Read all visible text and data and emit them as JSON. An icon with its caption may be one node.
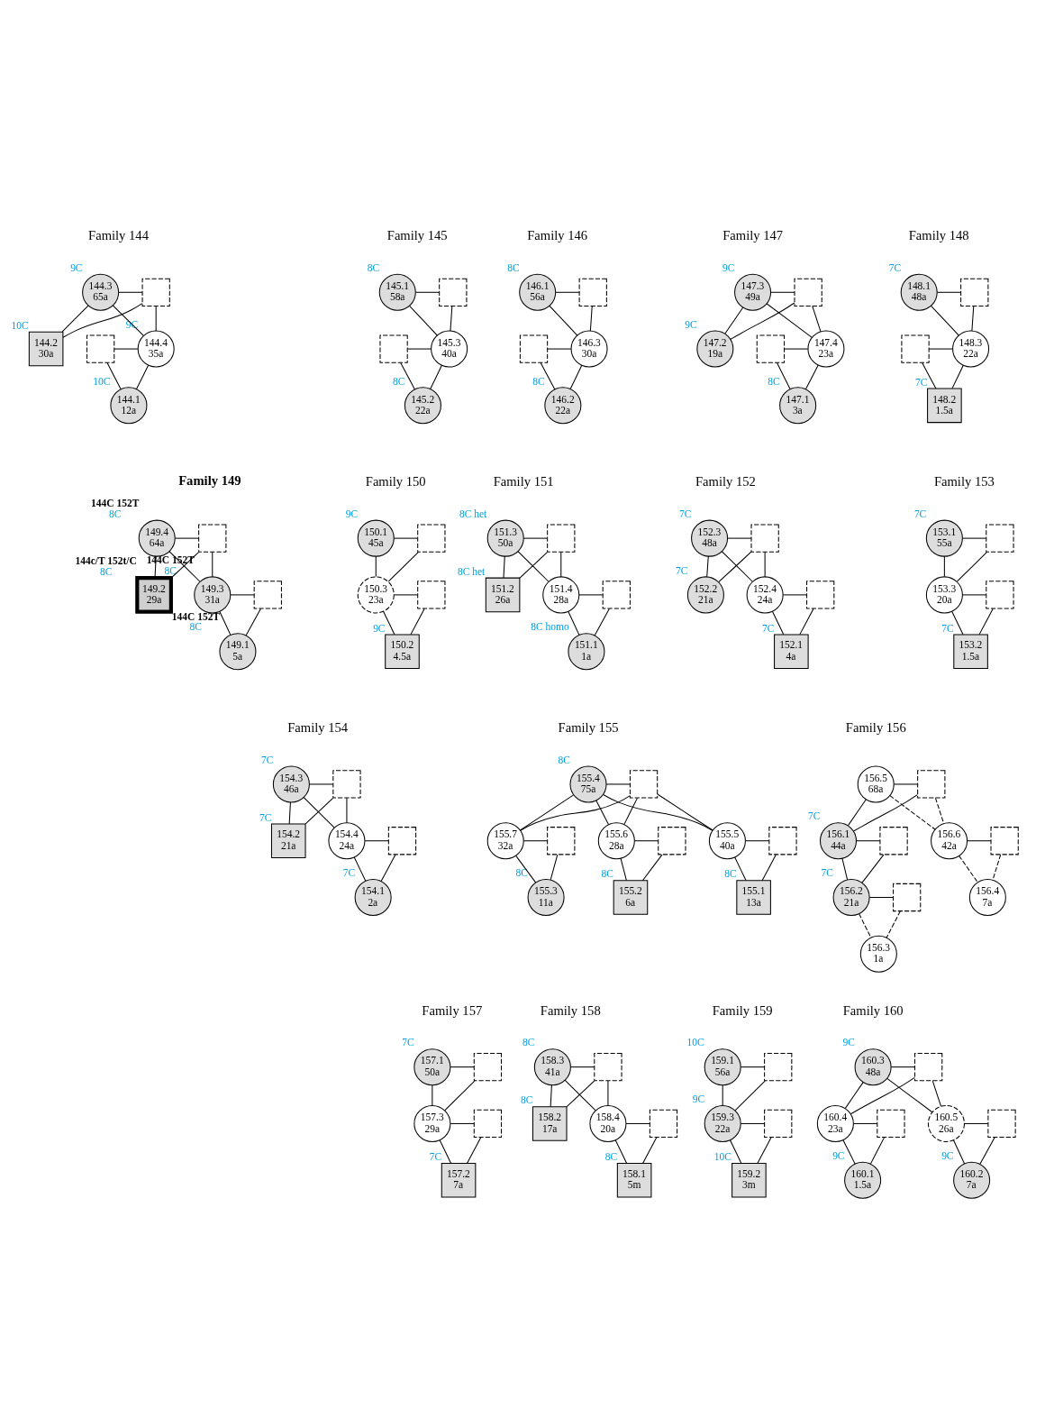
{
  "diagram": {
    "nodes": [
      {
        "text": [
          "144.3",
          "65a"
        ],
        "beside": [
          "9C"
        ]
      },
      {
        "text": [],
        "shape": "box"
      },
      {
        "text": [
          "144.2",
          "30a"
        ],
        "beside": [
          "10C"
        ]
      },
      {
        "text": [
          "144.4",
          "35a"
        ],
        "beside": [
          "9C"
        ]
      },
      {
        "text": [],
        "shape": "box"
      },
      {
        "text": [
          "144.1",
          "12a"
        ],
        "beside": [
          "10C"
        ]
      },
      {
        "text": [
          "145.1",
          "58a"
        ],
        "beside": [
          "8C"
        ]
      },
      {
        "text": [],
        "shape": "box"
      },
      {
        "text": [
          "145.3",
          "40a"
        ]
      },
      {
        "text": [],
        "shape": "box"
      },
      {
        "text": [
          "145.2",
          "22a"
        ],
        "beside": [
          "8C"
        ]
      },
      {
        "text": [
          "146.1",
          "56a"
        ],
        "beside": [
          "8C"
        ]
      },
      {
        "text": [],
        "shape": "box"
      },
      {
        "text": [
          "146.3",
          "30a"
        ]
      },
      {
        "text": [],
        "shape": "box"
      },
      {
        "text": [
          "146.2",
          "22a"
        ],
        "beside": [
          "8C"
        ]
      },
      {
        "text": [
          "147.3",
          "49a"
        ],
        "beside": [
          "9C"
        ]
      },
      {
        "text": [],
        "shape": "box"
      },
      {
        "text": [
          "147.2",
          "19a"
        ],
        "beside": [
          "9C"
        ]
      },
      {
        "text": [
          "147.4",
          "23a"
        ]
      },
      {
        "text": [],
        "shape": "box"
      },
      {
        "text": [
          "147.1",
          "3a"
        ],
        "beside": [
          "8C"
        ]
      },
      {
        "text": [
          "148.1",
          "48a"
        ],
        "beside": [
          "7C"
        ]
      },
      {
        "text": [],
        "shape": "box"
      },
      {
        "text": [
          "148.3",
          "22a"
        ]
      },
      {
        "text": [],
        "shape": "box"
      },
      {
        "text": [
          "148.2",
          "1.5a"
        ],
        "beside": [
          "7C"
        ]
      },
      {
        "text": [
          "149.4",
          "64a"
        ],
        "beside": [
          "144C 152T",
          "8C"
        ]
      },
      {
        "text": [],
        "shape": "box"
      },
      {
        "text": [
          "149.2",
          "29a"
        ],
        "beside": [
          "144c/T 152t/C",
          "8C"
        ]
      },
      {
        "text": [
          "149.3",
          "31a"
        ],
        "beside": [
          "144C 152T",
          "8C"
        ]
      },
      {
        "text": [],
        "shape": "box"
      },
      {
        "text": [
          "149.1",
          "5a"
        ],
        "beside": [
          "144C 152T",
          "8C"
        ]
      },
      {
        "text": [
          "150.1",
          "45a"
        ],
        "beside": [
          "9C"
        ]
      },
      {
        "text": [],
        "shape": "box"
      },
      {
        "text": [
          "150.3",
          "23a"
        ]
      },
      {
        "text": [],
        "shape": "box"
      },
      {
        "text": [
          "150.2",
          "4.5a"
        ],
        "beside": [
          "9C"
        ]
      },
      {
        "text": [
          "151.3",
          "50a"
        ],
        "beside": [
          "8C het"
        ]
      },
      {
        "text": [],
        "shape": "box"
      },
      {
        "text": [
          "151.2",
          "26a"
        ],
        "beside": [
          "8C het"
        ]
      },
      {
        "text": [
          "151.4",
          "28a"
        ]
      },
      {
        "text": [],
        "shape": "box"
      },
      {
        "text": [
          "151.1",
          "1a"
        ],
        "beside": [
          "8C homo"
        ]
      },
      {
        "text": [
          "152.3",
          "48a"
        ],
        "beside": [
          "7C"
        ]
      },
      {
        "text": [],
        "shape": "box"
      },
      {
        "text": [
          "152.2",
          "21a"
        ],
        "beside": [
          "7C"
        ]
      },
      {
        "text": [
          "152.4",
          "24a"
        ]
      },
      {
        "text": [],
        "shape": "box"
      },
      {
        "text": [
          "152.1",
          "4a"
        ],
        "beside": [
          "7C"
        ]
      },
      {
        "text": [
          "153.1",
          "55a"
        ],
        "beside": [
          "7C"
        ]
      },
      {
        "text": [],
        "shape": "box"
      },
      {
        "text": [
          "153.3",
          "20a"
        ]
      },
      {
        "text": [],
        "shape": "box"
      },
      {
        "text": [
          "153.2",
          "1.5a"
        ],
        "beside": [
          "7C"
        ]
      },
      {
        "text": [
          "154.3",
          "46a"
        ],
        "beside": [
          "7C"
        ]
      },
      {
        "text": [],
        "shape": "box"
      },
      {
        "text": [
          "154.2",
          "21a"
        ],
        "beside": [
          "7C"
        ]
      },
      {
        "text": [
          "154.4",
          "24a"
        ]
      },
      {
        "text": [],
        "shape": "box"
      },
      {
        "text": [
          "154.1",
          "2a"
        ],
        "beside": [
          "7C"
        ]
      },
      {
        "text": [
          "155.4",
          "75a"
        ],
        "beside": [
          "8C"
        ]
      },
      {
        "text": [],
        "shape": "box"
      },
      {
        "text": [],
        "shape": "box"
      },
      {
        "text": [
          "155.7",
          "32a"
        ]
      },
      {
        "text": [
          "155.3",
          "11a"
        ],
        "beside": [
          "8C"
        ]
      },
      {
        "text": [
          "155.6",
          "28a"
        ]
      },
      {
        "text": [],
        "shape": "box"
      },
      {
        "text": [
          "155.2",
          "6a"
        ],
        "beside": [
          "8C"
        ]
      },
      {
        "text": [
          "155.5",
          "40a"
        ]
      },
      {
        "text": [],
        "shape": "box"
      },
      {
        "text": [
          "155.1",
          "13a"
        ],
        "beside": [
          "8C"
        ]
      },
      {
        "text": [
          "156.5",
          "68a"
        ]
      },
      {
        "text": [],
        "shape": "box"
      },
      {
        "text": [],
        "shape": "box"
      },
      {
        "text": [
          "156.6",
          "42a"
        ]
      },
      {
        "text": [
          "156.4",
          "7a"
        ]
      },
      {
        "text": [
          "156.1",
          "44a"
        ],
        "beside": [
          "7C"
        ]
      },
      {
        "text": [],
        "shape": "box"
      },
      {
        "text": [
          "156.2",
          "21a"
        ],
        "beside": [
          "7C"
        ]
      },
      {
        "text": [],
        "shape": "box"
      },
      {
        "text": [
          "156.3",
          "1a"
        ]
      },
      {
        "text": [
          "157.1",
          "50a"
        ],
        "beside": [
          "7C"
        ]
      },
      {
        "text": [],
        "shape": "box"
      },
      {
        "text": [
          "157.3",
          "29a"
        ]
      },
      {
        "text": [],
        "shape": "box"
      },
      {
        "text": [
          "157.2",
          "7a"
        ],
        "beside": [
          "7C"
        ]
      },
      {
        "text": [
          "158.3",
          "41a"
        ],
        "beside": [
          "8C"
        ]
      },
      {
        "text": [],
        "shape": "box"
      },
      {
        "text": [
          "158.2",
          "17a"
        ],
        "beside": [
          "8C"
        ]
      },
      {
        "text": [
          "158.4",
          "20a"
        ]
      },
      {
        "text": [],
        "shape": "box"
      },
      {
        "text": [
          "158.1",
          "5m"
        ],
        "beside": [
          "8C"
        ]
      },
      {
        "text": [
          "159.1",
          "56a"
        ],
        "beside": [
          "10C"
        ]
      },
      {
        "text": [],
        "shape": "box"
      },
      {
        "text": [
          "159.3",
          "22a"
        ],
        "beside": [
          "9C"
        ]
      },
      {
        "text": [],
        "shape": "box"
      },
      {
        "text": [
          "159.2",
          "3m"
        ],
        "beside": [
          "10C"
        ]
      },
      {
        "text": [
          "160.3",
          "48a"
        ],
        "beside": [
          "9C"
        ]
      },
      {
        "text": [],
        "shape": "box"
      },
      {
        "text": [],
        "shape": "box"
      },
      {
        "text": [
          "160.4",
          "23a"
        ]
      },
      {
        "text": [
          "160.5",
          "26a"
        ]
      },
      {
        "text": [],
        "shape": "box"
      },
      {
        "text": [
          "160.1",
          "1.5a"
        ],
        "beside": [
          "9C"
        ]
      },
      {
        "text": [
          "160.2",
          "7a"
        ],
        "beside": [
          "9C"
        ]
      }
    ],
    "edges": [
      {
        "from": 0,
        "to": 1,
        "arrow": "none"
      },
      {
        "from": 0,
        "to": 2,
        "arrow": "none"
      },
      {
        "from": 1,
        "to": 2,
        "arrow": "none"
      },
      {
        "from": 0,
        "to": 3,
        "arrow": "none"
      },
      {
        "from": 1,
        "to": 3,
        "arrow": "none"
      },
      {
        "from": 3,
        "to": 4,
        "arrow": "none"
      },
      {
        "from": 3,
        "to": 5,
        "arrow": "none"
      },
      {
        "from": 4,
        "to": 5,
        "arrow": "none"
      },
      {
        "from": 6,
        "to": 7,
        "arrow": "none"
      },
      {
        "from": 6,
        "to": 8,
        "arrow": "none"
      },
      {
        "from": 7,
        "to": 8,
        "arrow": "none"
      },
      {
        "from": 8,
        "to": 9,
        "arrow": "none"
      },
      {
        "from": 8,
        "to": 10,
        "arrow": "none"
      },
      {
        "from": 9,
        "to": 10,
        "arrow": "none"
      },
      {
        "from": 11,
        "to": 12,
        "arrow": "none"
      },
      {
        "from": 11,
        "to": 13,
        "arrow": "none"
      },
      {
        "from": 12,
        "to": 13,
        "arrow": "none"
      },
      {
        "from": 13,
        "to": 14,
        "arrow": "none"
      },
      {
        "from": 13,
        "to": 15,
        "arrow": "none"
      },
      {
        "from": 14,
        "to": 15,
        "arrow": "none"
      },
      {
        "from": 16,
        "to": 17,
        "arrow": "none"
      },
      {
        "from": 16,
        "to": 18,
        "arrow": "none"
      },
      {
        "from": 17,
        "to": 18,
        "arrow": "none"
      },
      {
        "from": 16,
        "to": 19,
        "arrow": "none"
      },
      {
        "from": 17,
        "to": 19,
        "arrow": "none"
      },
      {
        "from": 19,
        "to": 20,
        "arrow": "none"
      },
      {
        "from": 19,
        "to": 21,
        "arrow": "none"
      },
      {
        "from": 20,
        "to": 21,
        "arrow": "none"
      },
      {
        "from": 22,
        "to": 23,
        "arrow": "none"
      },
      {
        "from": 22,
        "to": 24,
        "arrow": "none"
      },
      {
        "from": 23,
        "to": 24,
        "arrow": "none"
      },
      {
        "from": 24,
        "to": 25,
        "arrow": "none"
      },
      {
        "from": 24,
        "to": 26,
        "arrow": "none"
      },
      {
        "from": 25,
        "to": 26,
        "arrow": "none"
      },
      {
        "from": 27,
        "to": 28,
        "arrow": "none"
      },
      {
        "from": 27,
        "to": 29,
        "arrow": "none"
      },
      {
        "from": 28,
        "to": 29,
        "arrow": "none"
      },
      {
        "from": 27,
        "to": 30,
        "arrow": "none"
      },
      {
        "from": 28,
        "to": 30,
        "arrow": "none"
      },
      {
        "from": 30,
        "to": 31,
        "arrow": "none"
      },
      {
        "from": 30,
        "to": 32,
        "arrow": "none"
      },
      {
        "from": 31,
        "to": 32,
        "arrow": "none"
      },
      {
        "from": 33,
        "to": 34,
        "arrow": "none"
      },
      {
        "from": 33,
        "to": 35,
        "arrow": "none"
      },
      {
        "from": 34,
        "to": 35,
        "arrow": "none"
      },
      {
        "from": 35,
        "to": 36,
        "arrow": "none"
      },
      {
        "from": 35,
        "to": 37,
        "arrow": "none"
      },
      {
        "from": 36,
        "to": 37,
        "arrow": "none"
      },
      {
        "from": 38,
        "to": 39,
        "arrow": "none"
      },
      {
        "from": 38,
        "to": 40,
        "arrow": "none"
      },
      {
        "from": 39,
        "to": 40,
        "arrow": "none"
      },
      {
        "from": 38,
        "to": 41,
        "arrow": "none"
      },
      {
        "from": 39,
        "to": 41,
        "arrow": "none"
      },
      {
        "from": 41,
        "to": 42,
        "arrow": "none"
      },
      {
        "from": 41,
        "to": 43,
        "arrow": "none"
      },
      {
        "from": 42,
        "to": 43,
        "arrow": "none"
      },
      {
        "from": 44,
        "to": 45,
        "arrow": "none"
      },
      {
        "from": 44,
        "to": 46,
        "arrow": "none"
      },
      {
        "from": 45,
        "to": 46,
        "arrow": "none"
      },
      {
        "from": 44,
        "to": 47,
        "arrow": "none"
      },
      {
        "from": 45,
        "to": 47,
        "arrow": "none"
      },
      {
        "from": 47,
        "to": 48,
        "arrow": "none"
      },
      {
        "from": 47,
        "to": 49,
        "arrow": "none"
      },
      {
        "from": 48,
        "to": 49,
        "arrow": "none"
      },
      {
        "from": 50,
        "to": 51,
        "arrow": "none"
      },
      {
        "from": 50,
        "to": 52,
        "arrow": "none"
      },
      {
        "from": 51,
        "to": 52,
        "arrow": "none"
      },
      {
        "from": 52,
        "to": 53,
        "arrow": "none"
      },
      {
        "from": 52,
        "to": 54,
        "arrow": "none"
      },
      {
        "from": 53,
        "to": 54,
        "arrow": "none"
      },
      {
        "from": 55,
        "to": 56,
        "arrow": "none"
      },
      {
        "from": 55,
        "to": 57,
        "arrow": "none"
      },
      {
        "from": 56,
        "to": 57,
        "arrow": "none"
      },
      {
        "from": 55,
        "to": 58,
        "arrow": "none"
      },
      {
        "from": 56,
        "to": 58,
        "arrow": "none"
      },
      {
        "from": 58,
        "to": 59,
        "arrow": "none"
      },
      {
        "from": 58,
        "to": 60,
        "arrow": "none"
      },
      {
        "from": 59,
        "to": 60,
        "arrow": "none"
      },
      {
        "from": 61,
        "to": 62,
        "arrow": "none"
      },
      {
        "from": 61,
        "to": 64,
        "arrow": "none"
      },
      {
        "from": 62,
        "to": 64,
        "arrow": "none"
      },
      {
        "from": 61,
        "to": 66,
        "arrow": "none"
      },
      {
        "from": 62,
        "to": 66,
        "arrow": "none"
      },
      {
        "from": 61,
        "to": 69,
        "arrow": "none"
      },
      {
        "from": 62,
        "to": 69,
        "arrow": "none"
      },
      {
        "from": 64,
        "to": 63,
        "arrow": "none"
      },
      {
        "from": 64,
        "to": 65,
        "arrow": "none"
      },
      {
        "from": 63,
        "to": 65,
        "arrow": "none"
      },
      {
        "from": 66,
        "to": 67,
        "arrow": "none"
      },
      {
        "from": 66,
        "to": 68,
        "arrow": "none"
      },
      {
        "from": 67,
        "to": 68,
        "arrow": "none"
      },
      {
        "from": 69,
        "to": 70,
        "arrow": "none"
      },
      {
        "from": 69,
        "to": 71,
        "arrow": "none"
      },
      {
        "from": 70,
        "to": 71,
        "arrow": "none"
      },
      {
        "from": 72,
        "to": 73,
        "arrow": "none"
      },
      {
        "from": 72,
        "to": 75,
        "arrow": "none",
        "style": "dashed"
      },
      {
        "from": 73,
        "to": 75,
        "arrow": "none",
        "style": "dashed"
      },
      {
        "from": 72,
        "to": 77,
        "arrow": "none"
      },
      {
        "from": 73,
        "to": 77,
        "arrow": "none"
      },
      {
        "from": 75,
        "to": 74,
        "arrow": "none"
      },
      {
        "from": 75,
        "to": 76,
        "arrow": "none",
        "style": "dashed"
      },
      {
        "from": 74,
        "to": 76,
        "arrow": "none",
        "style": "dashed"
      },
      {
        "from": 77,
        "to": 78,
        "arrow": "none"
      },
      {
        "from": 77,
        "to": 79,
        "arrow": "none"
      },
      {
        "from": 78,
        "to": 79,
        "arrow": "none"
      },
      {
        "from": 79,
        "to": 80,
        "arrow": "none"
      },
      {
        "from": 79,
        "to": 81,
        "arrow": "none",
        "style": "dashed"
      },
      {
        "from": 80,
        "to": 81,
        "arrow": "none",
        "style": "dashed"
      },
      {
        "from": 82,
        "to": 83,
        "arrow": "none"
      },
      {
        "from": 82,
        "to": 84,
        "arrow": "none"
      },
      {
        "from": 83,
        "to": 84,
        "arrow": "none"
      },
      {
        "from": 84,
        "to": 85,
        "arrow": "none"
      },
      {
        "from": 84,
        "to": 86,
        "arrow": "none"
      },
      {
        "from": 85,
        "to": 86,
        "arrow": "none"
      },
      {
        "from": 87,
        "to": 88,
        "arrow": "none"
      },
      {
        "from": 87,
        "to": 89,
        "arrow": "none"
      },
      {
        "from": 88,
        "to": 89,
        "arrow": "none"
      },
      {
        "from": 87,
        "to": 90,
        "arrow": "none"
      },
      {
        "from": 88,
        "to": 90,
        "arrow": "none"
      },
      {
        "from": 90,
        "to": 91,
        "arrow": "none"
      },
      {
        "from": 90,
        "to": 92,
        "arrow": "none"
      },
      {
        "from": 91,
        "to": 92,
        "arrow": "none"
      },
      {
        "from": 93,
        "to": 94,
        "arrow": "none"
      },
      {
        "from": 93,
        "to": 95,
        "arrow": "none"
      },
      {
        "from": 94,
        "to": 95,
        "arrow": "none"
      },
      {
        "from": 95,
        "to": 96,
        "arrow": "none"
      },
      {
        "from": 95,
        "to": 97,
        "arrow": "none"
      },
      {
        "from": 96,
        "to": 97,
        "arrow": "none"
      },
      {
        "from": 98,
        "to": 99,
        "arrow": "none"
      },
      {
        "from": 98,
        "to": 101,
        "arrow": "none"
      },
      {
        "from": 99,
        "to": 101,
        "arrow": "none"
      },
      {
        "from": 98,
        "to": 102,
        "arrow": "none"
      },
      {
        "from": 99,
        "to": 102,
        "arrow": "none"
      },
      {
        "from": 101,
        "to": 100,
        "arrow": "none"
      },
      {
        "from": 101,
        "to": 104,
        "arrow": "none"
      },
      {
        "from": 100,
        "to": 104,
        "arrow": "none"
      },
      {
        "from": 102,
        "to": 103,
        "arrow": "none"
      },
      {
        "from": 102,
        "to": 105,
        "arrow": "none"
      },
      {
        "from": 103,
        "to": 105,
        "arrow": "none"
      }
    ],
    "labels": [
      "Family 144",
      "Family 145",
      "Family 146",
      "Family 147",
      "Family 148",
      "Family 149",
      "Family 150",
      "Family 151",
      "Family 152",
      "Family 153",
      "Family 154",
      "Family 155",
      "Family 156",
      "Family 157",
      "Family 158",
      "Family 159",
      "Family 160"
    ]
  }
}
